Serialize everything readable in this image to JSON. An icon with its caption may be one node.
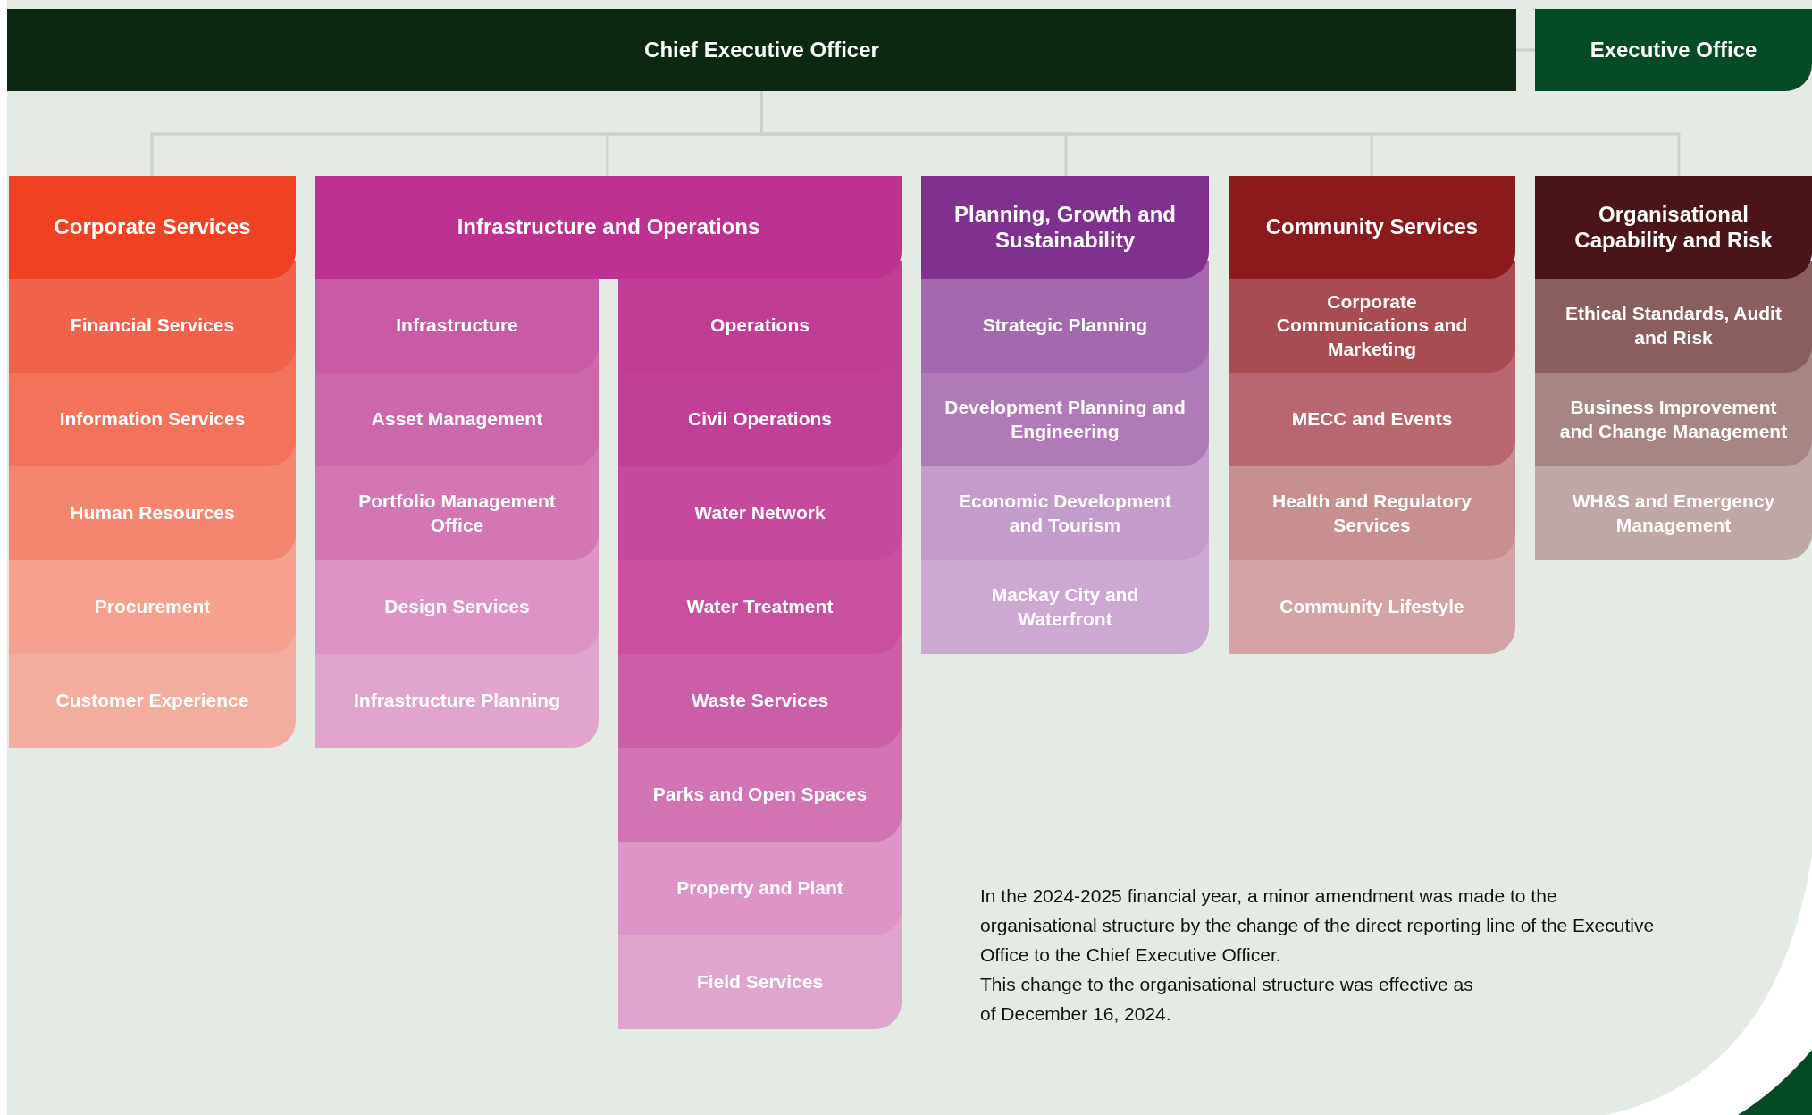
{
  "diagram": {
    "nodes": [
      {
        "text": [
          "Chief Executive Officer"
        ]
      },
      {
        "text": [
          "Executive Office"
        ]
      },
      {
        "text": [
          "Corporate Services"
        ]
      },
      {
        "text": [
          "Financial Services"
        ]
      },
      {
        "text": [
          "Information Services"
        ]
      },
      {
        "text": [
          "Human Resources"
        ]
      },
      {
        "text": [
          "Procurement"
        ]
      },
      {
        "text": [
          "Customer Experience"
        ]
      },
      {
        "text": [
          "Infrastructure and Operations"
        ]
      },
      {
        "text": [
          "Infrastructure"
        ]
      },
      {
        "text": [
          "Asset Management"
        ]
      },
      {
        "text": [
          "Portfolio Management Office"
        ]
      },
      {
        "text": [
          "Design Services"
        ]
      },
      {
        "text": [
          "Infrastructure Planning"
        ]
      },
      {
        "text": [
          "Operations"
        ]
      },
      {
        "text": [
          "Civil Operations"
        ]
      },
      {
        "text": [
          "Water Network"
        ]
      },
      {
        "text": [
          "Water Treatment"
        ]
      },
      {
        "text": [
          "Waste Services"
        ]
      },
      {
        "text": [
          "Parks and Open Spaces"
        ]
      },
      {
        "text": [
          "Property and Plant"
        ]
      },
      {
        "text": [
          "Field Services"
        ]
      },
      {
        "text": [
          "Planning, Growth and Sustainability"
        ]
      },
      {
        "text": [
          "Strategic Planning"
        ]
      },
      {
        "text": [
          "Development Planning and Engineering"
        ]
      },
      {
        "text": [
          "Economic Development and Tourism"
        ]
      },
      {
        "text": [
          "Mackay City and Waterfront"
        ]
      },
      {
        "text": [
          "Community Services"
        ]
      },
      {
        "text": [
          "Corporate Communications and Marketing"
        ]
      },
      {
        "text": [
          "MECC and Events"
        ]
      },
      {
        "text": [
          "Health and Regulatory Services"
        ]
      },
      {
        "text": [
          "Community Lifestyle"
        ]
      },
      {
        "text": [
          "Organisational Capability and Risk"
        ]
      },
      {
        "text": [
          "Ethical Standards, Audit and Risk"
        ]
      },
      {
        "text": [
          "Business Improvement and Change Management"
        ]
      },
      {
        "text": [
          "WH&S and Emergency Management"
        ]
      }
    ],
    "edges": [
      {
        "from": 0,
        "to": 1,
        "arrow": "none"
      },
      {
        "from": 0,
        "to": 2,
        "arrow": "none"
      },
      {
        "from": 0,
        "to": 8,
        "arrow": "none"
      },
      {
        "from": 0,
        "to": 22,
        "arrow": "none"
      },
      {
        "from": 0,
        "to": 27,
        "arrow": "none"
      },
      {
        "from": 0,
        "to": 32,
        "arrow": "none"
      }
    ],
    "labels": [
      "In the 2024-2025 financial year, a minor amendment was made to the organisational structure by the change of the direct reporting line of the Executive Office to the Chief Executive Officer.",
      "This change to the organisational structure was effective as of December 16, 2024."
    ]
  }
}
